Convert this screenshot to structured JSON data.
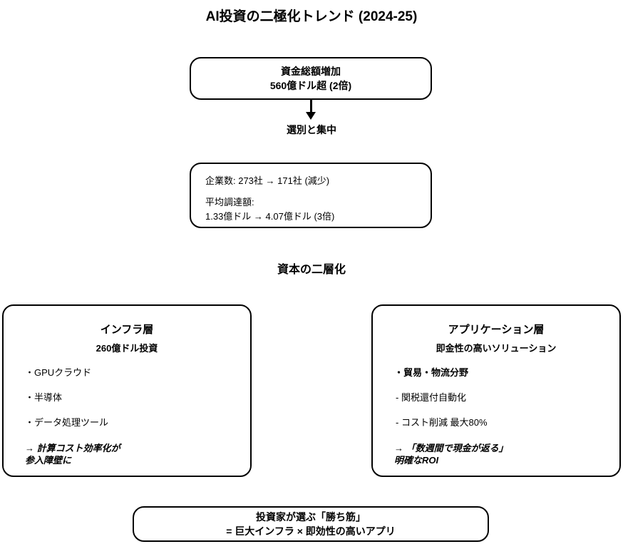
{
  "title": "AI投資の二極化トレンド (2024-25)",
  "total_funding_box": {
    "line1": "資金総額増加",
    "line2": "560億ドル超 (2倍)"
  },
  "arrow": {
    "label": "選別と集中"
  },
  "concentration_box": {
    "companies": "企業数: 273社 → 171社 (減少)",
    "average_label": "平均調達額:",
    "average_value": "1.33億ドル → 4.07億ドル (3倍)"
  },
  "section_header": "資本の二層化",
  "infra_layer": {
    "title": "インフラ層",
    "subtitle": "260億ドル投資",
    "items": [
      "・GPUクラウド",
      "・半導体",
      "・データ処理ツール"
    ],
    "note_line1": "→ 計算コスト効率化が",
    "note_line2": "参入障壁に"
  },
  "application_layer": {
    "title": "アプリケーション層",
    "subtitle": "即金性の高いソリューション",
    "items": [
      "・貿易・物流分野",
      "- 関税還付自動化",
      "- コスト削減 最大80%"
    ],
    "note_line1": "→ 「数週間で現金が返る」",
    "note_line2": "明確なROI"
  },
  "conclusion_box": {
    "line1": "投資家が選ぶ「勝ち筋」",
    "line2": "= 巨大インフラ × 即効性の高いアプリ"
  },
  "colors": {
    "stroke": "#000000",
    "background": "#ffffff",
    "text": "#000000"
  }
}
